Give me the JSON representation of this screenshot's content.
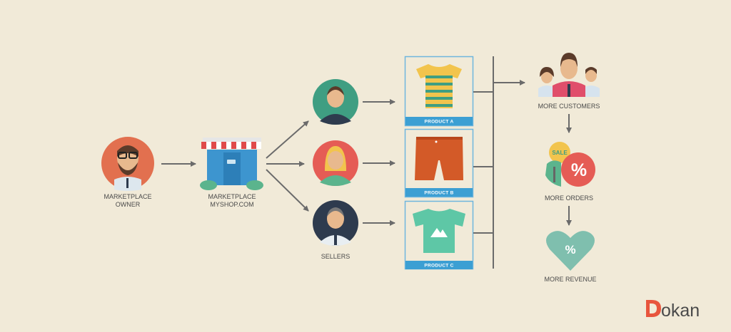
{
  "nodes": {
    "owner": {
      "line1": "MARKETPLACE",
      "line2": "OWNER"
    },
    "marketplace": {
      "line1": "MARKETPLACE",
      "line2": "MYSHOP.COM"
    },
    "sellers": {
      "label": "SELLERS"
    },
    "products": [
      {
        "label": "PRODUCT A"
      },
      {
        "label": "PRODUCT B"
      },
      {
        "label": "PRODUCT C"
      }
    ],
    "customers": {
      "label": "MORE CUSTOMERS"
    },
    "orders": {
      "label": "MORE ORDERS",
      "badge_sale": "SALE",
      "badge_percent": "%"
    },
    "revenue": {
      "label": "MORE REVENUE",
      "badge_percent": "%"
    }
  },
  "logo": {
    "text": "Dokan"
  },
  "colors": {
    "background": "#f1ead8",
    "owner": "#e2704f",
    "seller_1": "#3f9e82",
    "seller_2": "#e55c55",
    "seller_3": "#2e3b4e",
    "product_label": "#3c9fd3",
    "arrow": "#6b6b6b",
    "logo_accent": "#e8553d"
  }
}
